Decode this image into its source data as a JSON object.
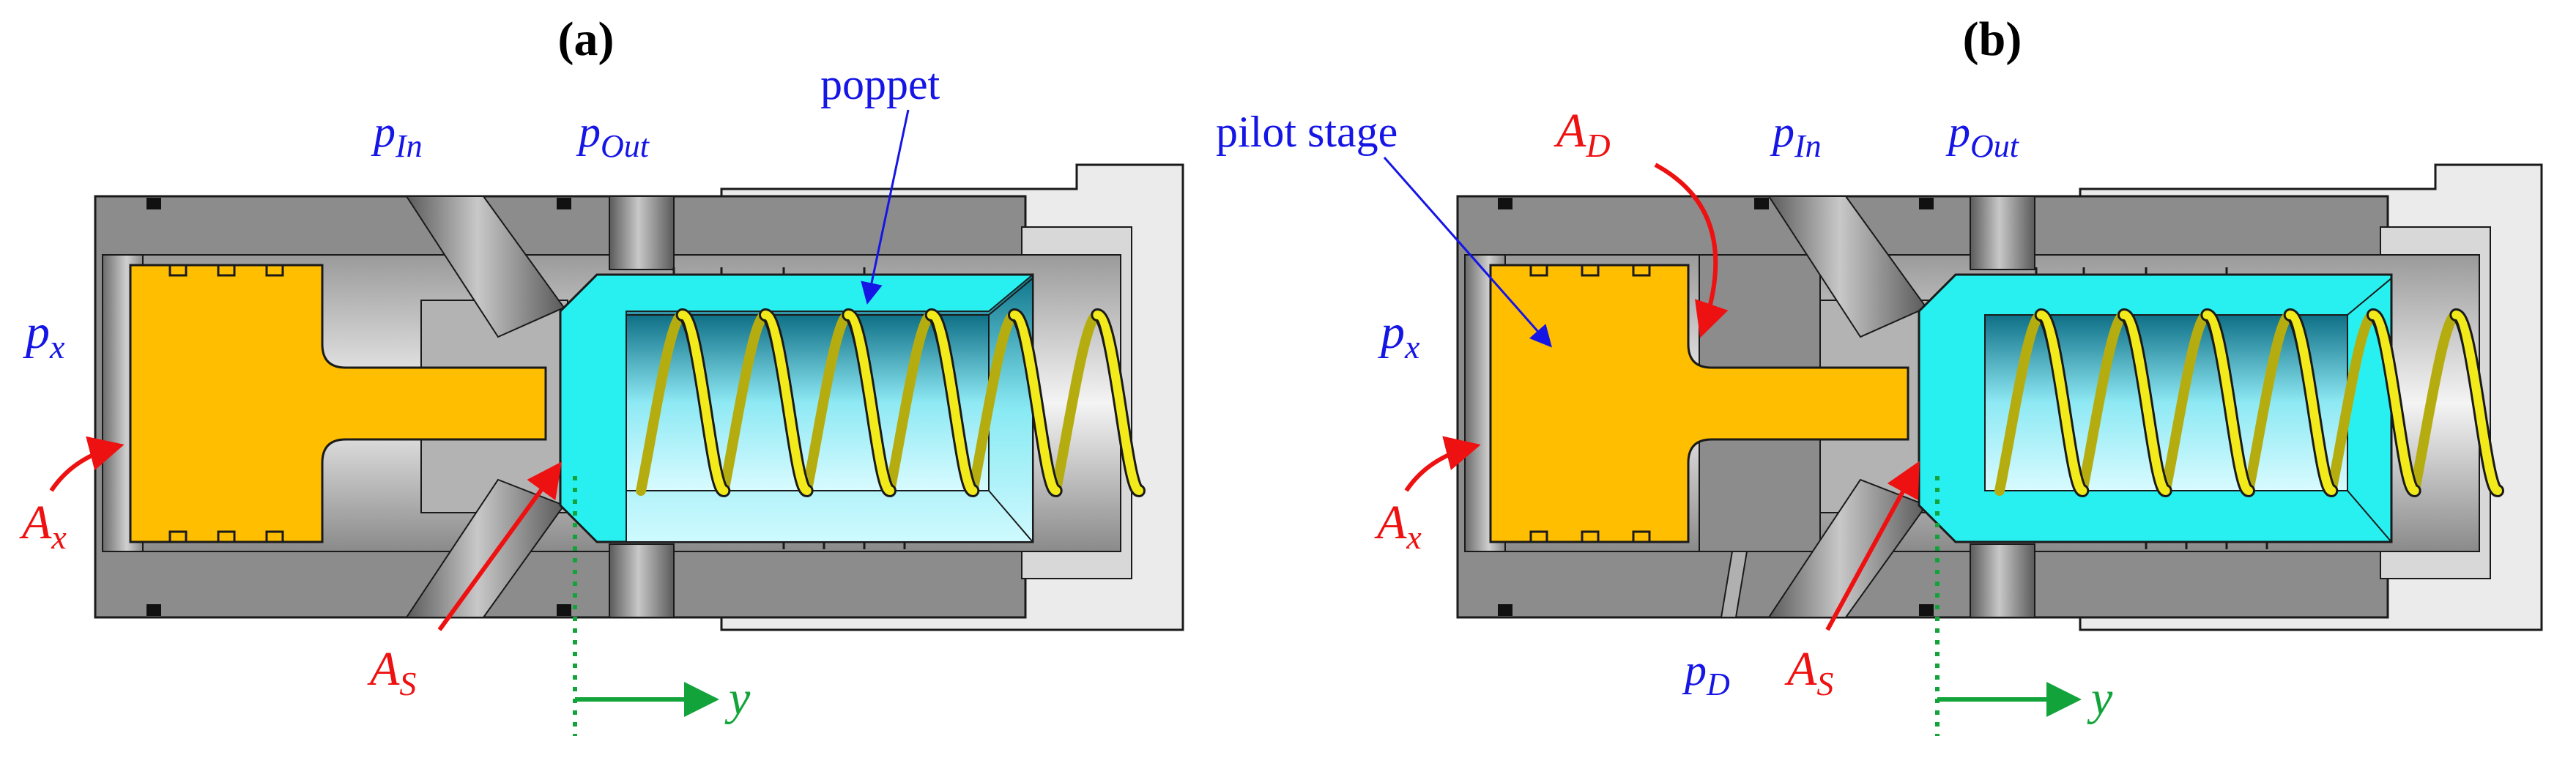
{
  "panels": [
    {
      "id": "a",
      "title": "(a)",
      "labels": {
        "p_in": {
          "main": "p",
          "sub": "In"
        },
        "p_out": {
          "main": "p",
          "sub": "Out"
        },
        "poppet": "poppet",
        "p_x": {
          "main": "p",
          "sub": "x"
        },
        "a_x": {
          "main": "A",
          "sub": "x"
        },
        "a_s": {
          "main": "A",
          "sub": "S"
        },
        "y": "y"
      }
    },
    {
      "id": "b",
      "title": "(b)",
      "labels": {
        "p_in": {
          "main": "p",
          "sub": "In"
        },
        "p_out": {
          "main": "p",
          "sub": "Out"
        },
        "pilot_stage": "pilot stage",
        "a_d": {
          "main": "A",
          "sub": "D"
        },
        "p_x": {
          "main": "p",
          "sub": "x"
        },
        "a_x": {
          "main": "A",
          "sub": "x"
        },
        "a_s": {
          "main": "A",
          "sub": "S"
        },
        "p_d": {
          "main": "p",
          "sub": "D"
        },
        "y": "y"
      }
    }
  ],
  "colors": {
    "pressure_label": "#1515e6",
    "area_label": "#ee1111",
    "axis": "#12a43a",
    "pilot": "#ffbf00",
    "poppet": "#28f0f0",
    "spring": "#f2ea1a",
    "housing": "#8c8c8c",
    "cover": "#ebebeb",
    "outline": "#1a1a1a"
  }
}
